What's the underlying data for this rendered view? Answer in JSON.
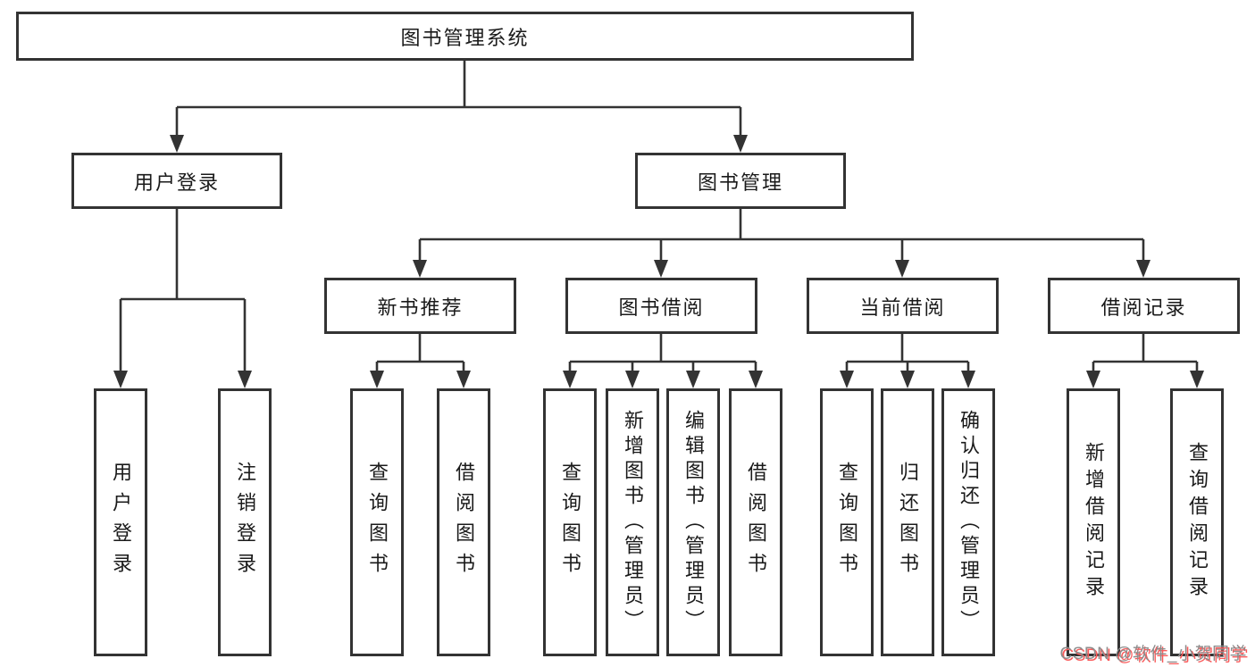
{
  "diagram": {
    "root": {
      "label": "图书管理系统"
    },
    "branches": [
      {
        "label": "用户登录",
        "children": [
          "用户登录",
          "注销登录"
        ]
      },
      {
        "label": "图书管理",
        "groups": [
          {
            "label": "新书推荐",
            "children": [
              "查询图书",
              "借阅图书"
            ]
          },
          {
            "label": "图书借阅",
            "children": [
              "查询图书",
              "新增图书（管理员）",
              "编辑图书（管理员）",
              "借阅图书"
            ]
          },
          {
            "label": "当前借阅",
            "children": [
              "查询图书",
              "归还图书",
              "确认归还（管理员）"
            ]
          },
          {
            "label": "借阅记录",
            "children": [
              "新增借阅记录",
              "查询借阅记录"
            ]
          }
        ]
      }
    ]
  },
  "watermark": {
    "text": "CSDN @软件_小贺同学"
  },
  "colors": {
    "line": "#333333",
    "border": "#333333",
    "text": "#1a1a1a",
    "background": "#ffffff",
    "watermark_gray": "#8d8d8d",
    "watermark_red": "#fa5a5a"
  }
}
